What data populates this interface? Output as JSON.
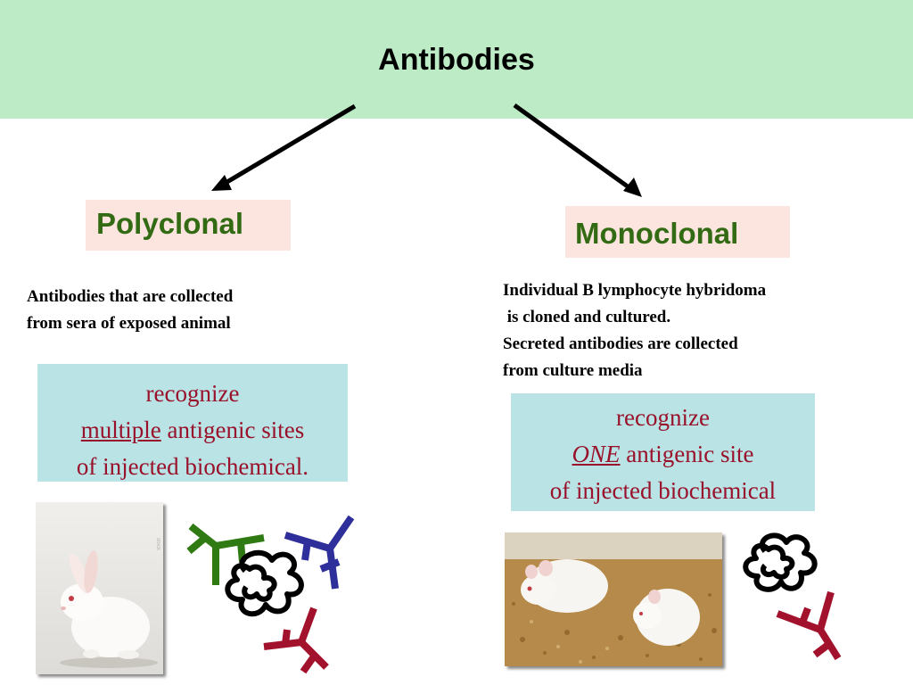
{
  "header": {
    "title": "Antibodies",
    "background": "#bdebc5"
  },
  "branches": {
    "left": {
      "label": "Polyclonal"
    },
    "right": {
      "label": "Monoclonal"
    }
  },
  "descriptions": {
    "left": "Antibodies that are collected\nfrom sera of exposed animal",
    "right": "Individual B lymphocyte hybridoma\n is cloned and cultured.\nSecreted antibodies are collected\nfrom culture media"
  },
  "recognize_boxes": {
    "left": {
      "line1": "recognize",
      "emph": "multiple",
      "line2_rest": " antigenic sites",
      "line3": "of injected biochemical."
    },
    "right": {
      "line1": "recognize",
      "emph": "ONE",
      "line2_rest": " antigenic site",
      "line3": "of injected biochemical"
    }
  },
  "colors": {
    "label_text": "#336b14",
    "label_bg": "#fce4df",
    "box_bg": "#b9e3e5",
    "box_text": "#99112a",
    "antibody_green": "#2f7a12",
    "antibody_blue": "#2f2f9c",
    "antibody_red": "#a3122c"
  },
  "images": {
    "left": "white-rabbit-photo",
    "right": "white-mice-photo"
  }
}
